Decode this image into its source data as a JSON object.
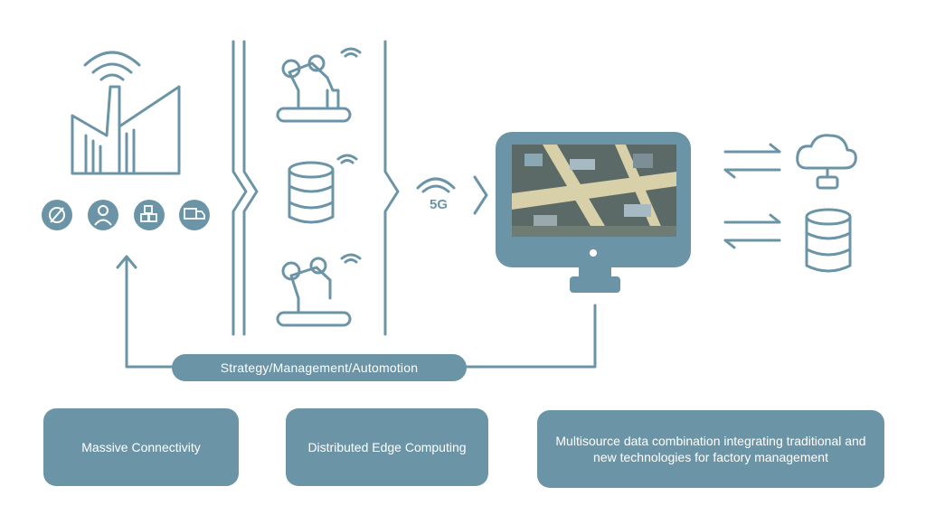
{
  "network_label": "5G",
  "flow_label": "Strategy/Management/Automotion",
  "cards": [
    {
      "label": "Massive Connectivity"
    },
    {
      "label": "Distributed Edge Computing"
    },
    {
      "label": "Multisource data combination integrating traditional and new technologies for factory management"
    }
  ],
  "icons": {
    "factory": "factory-icon",
    "wifi": "wifi-icon",
    "settings": "gear-wrench-icon",
    "worker": "worker-icon",
    "boxes": "boxes-icon",
    "delivery": "delivery-truck-icon",
    "robot_arm": "robot-arm-icon",
    "database": "database-icon",
    "monitor": "monitor-icon",
    "cloud": "cloud-icon"
  },
  "colors": {
    "accent": "#6b95a6",
    "background": "#ffffff",
    "text_on_accent": "#ffffff"
  }
}
